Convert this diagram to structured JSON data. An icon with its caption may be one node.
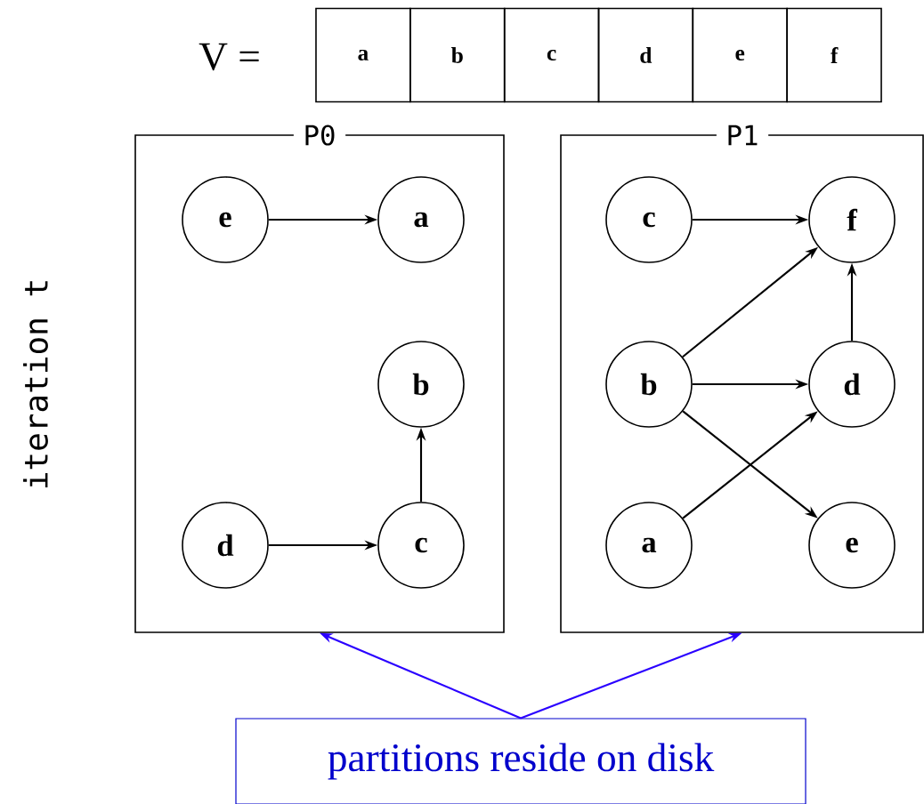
{
  "diagram": {
    "nodes": [
      {
        "text": [
          "a"
        ]
      },
      {
        "text": [
          "b"
        ]
      },
      {
        "text": [
          "c"
        ]
      },
      {
        "text": [
          "d"
        ]
      },
      {
        "text": [
          "e"
        ]
      },
      {
        "text": [
          "f"
        ]
      },
      {
        "text": [
          "P0"
        ]
      },
      {
        "text": [
          "e"
        ],
        "in": 6
      },
      {
        "text": [
          "a"
        ],
        "in": 6
      },
      {
        "text": [
          "b"
        ],
        "in": 6
      },
      {
        "text": [
          "d"
        ],
        "in": 6
      },
      {
        "text": [
          "c"
        ],
        "in": 6
      },
      {
        "text": [
          "P1"
        ]
      },
      {
        "text": [
          "c"
        ],
        "in": 12
      },
      {
        "text": [
          "f"
        ],
        "in": 12
      },
      {
        "text": [
          "b"
        ],
        "in": 12
      },
      {
        "text": [
          "d"
        ],
        "in": 12
      },
      {
        "text": [
          "a"
        ],
        "in": 12
      },
      {
        "text": [
          "e"
        ],
        "in": 12
      },
      {
        "text": [
          "partitions reside on disk"
        ]
      }
    ],
    "edges": [
      {
        "from": 7,
        "to": 8,
        "arrow": "to"
      },
      {
        "from": 11,
        "to": 9,
        "arrow": "to"
      },
      {
        "from": 10,
        "to": 11,
        "arrow": "to"
      },
      {
        "from": 13,
        "to": 14,
        "arrow": "to"
      },
      {
        "from": 15,
        "to": 14,
        "arrow": "to"
      },
      {
        "from": 15,
        "to": 16,
        "arrow": "to"
      },
      {
        "from": 16,
        "to": 14,
        "arrow": "to"
      },
      {
        "from": 15,
        "to": 18,
        "arrow": "to"
      },
      {
        "from": 17,
        "to": 16,
        "arrow": "to"
      },
      {
        "from": 19,
        "to": 6,
        "arrow": "to",
        "color": "#2a00ff"
      },
      {
        "from": 19,
        "to": 12,
        "arrow": "to",
        "color": "#2a00ff"
      }
    ],
    "labels": [
      "V =",
      "iteration t"
    ]
  }
}
